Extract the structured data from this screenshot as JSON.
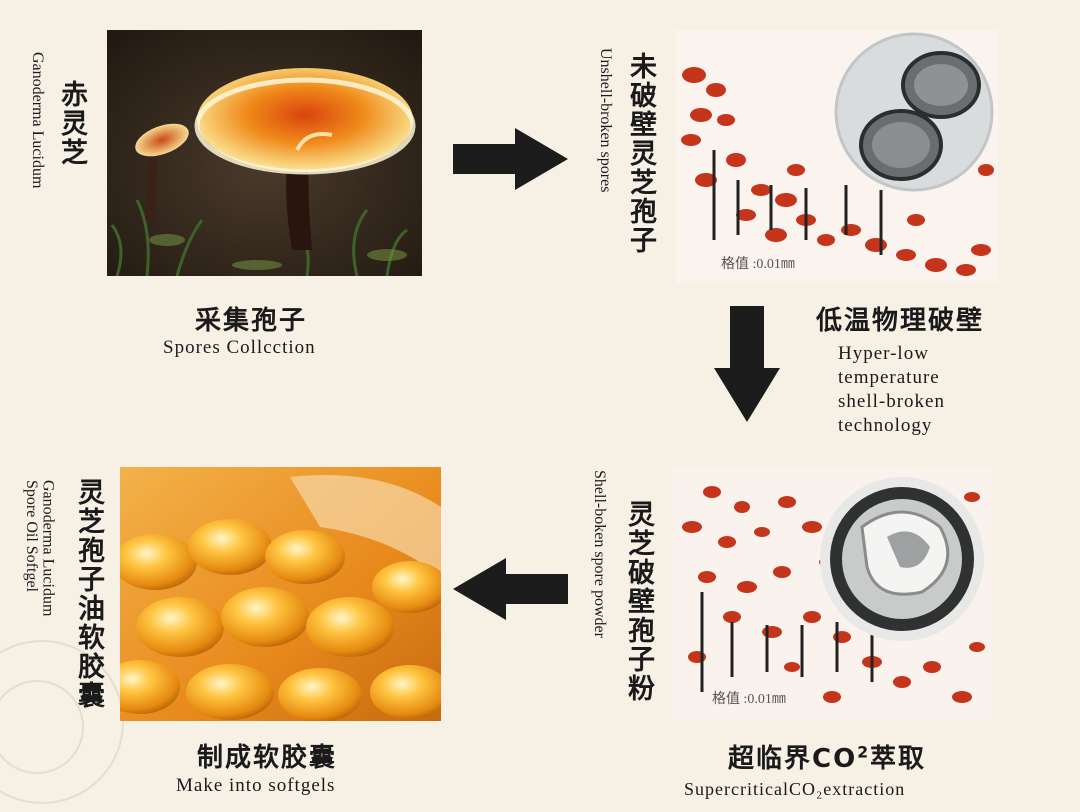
{
  "steps": [
    {
      "side_zh": "赤灵芝",
      "side_en": "Ganoderma Lucidum",
      "caption_zh": "采集孢子",
      "caption_en": "Spores Collcction",
      "image": "ganoderma-mushroom-photo"
    },
    {
      "side_zh": "未破壁灵芝孢子",
      "side_en": "Unshell-broken spores",
      "scale_label": "格值 :0.01㎜",
      "image": "unbroken-spore-micrograph"
    },
    {
      "caption_zh": "低温物理破壁",
      "caption_en": "Hyper-low\ntemperature\nshell-broken\ntechnology"
    },
    {
      "side_zh": "灵芝破壁孢子粉",
      "side_en": "Shell-boken spore powder",
      "scale_label": "格值 :0.01㎜",
      "caption_zh_main": "超临界CO",
      "caption_zh_sup": "2",
      "caption_zh_tail": "萃取",
      "caption_en": "SupercriticalCO₂extraction",
      "image": "broken-spore-micrograph"
    },
    {
      "side_zh": "灵芝孢子油软胶囊",
      "side_en": "Ganoderma Lucidum\nSpore Oil Softgel",
      "caption_zh": "制成软胶囊",
      "caption_en": "Make into softgels",
      "image": "softgel-capsules-photo"
    }
  ],
  "arrows": [
    "arrow-right",
    "arrow-down",
    "arrow-left"
  ],
  "colors": {
    "background": "#f6f0e5",
    "text": "#1a1a1a",
    "arrow": "#1c1c1c",
    "spore_red": "#c4351c",
    "softgel_amber": "#e59a1c"
  }
}
